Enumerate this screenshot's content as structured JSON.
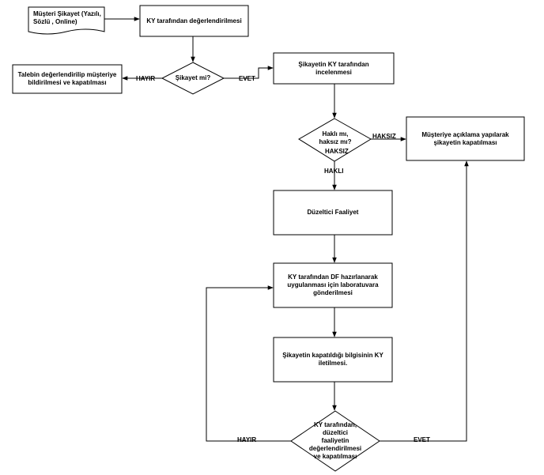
{
  "nodes": {
    "complaint_doc": "Müşteri  Şikayet (Yazılı, Sözlü , Online)",
    "ky_evaluation": "KY tarafından değerlendirilmesi",
    "is_complaint": "Şikayet mi?",
    "close_request": "Talebin değerlendirilip müşteriye bildirilmesi ve kapatılması",
    "ky_review": "Şikayetin KY  tarafından incelenmesi",
    "justified": "Haklı mı, haksız mı?",
    "explain_close": "Müşteriye açıklama yapılarak şikayetin kapatılması",
    "corrective_action": "Düzeltici Faaliyet",
    "df_lab": "KY tarafından DF hazırlanarak uygulanması için laboratuvara gönderilmesi",
    "closure_info": "Şikayetin  kapatıldığı bilgisinin KY iletilmesi.",
    "final_check": "KY tarafından, düzeltici faaliyetin değerlendirilmesi ve  kapatılması"
  },
  "labels": {
    "hayir_1": "HAYIR",
    "evet_1": "EVET",
    "haksiz_right": "HAKSIZ",
    "haksiz_below": "HAKSIZ",
    "hakli": "HAKLI",
    "hayir_2": "HAYIR",
    "evet_2": "EVET"
  }
}
